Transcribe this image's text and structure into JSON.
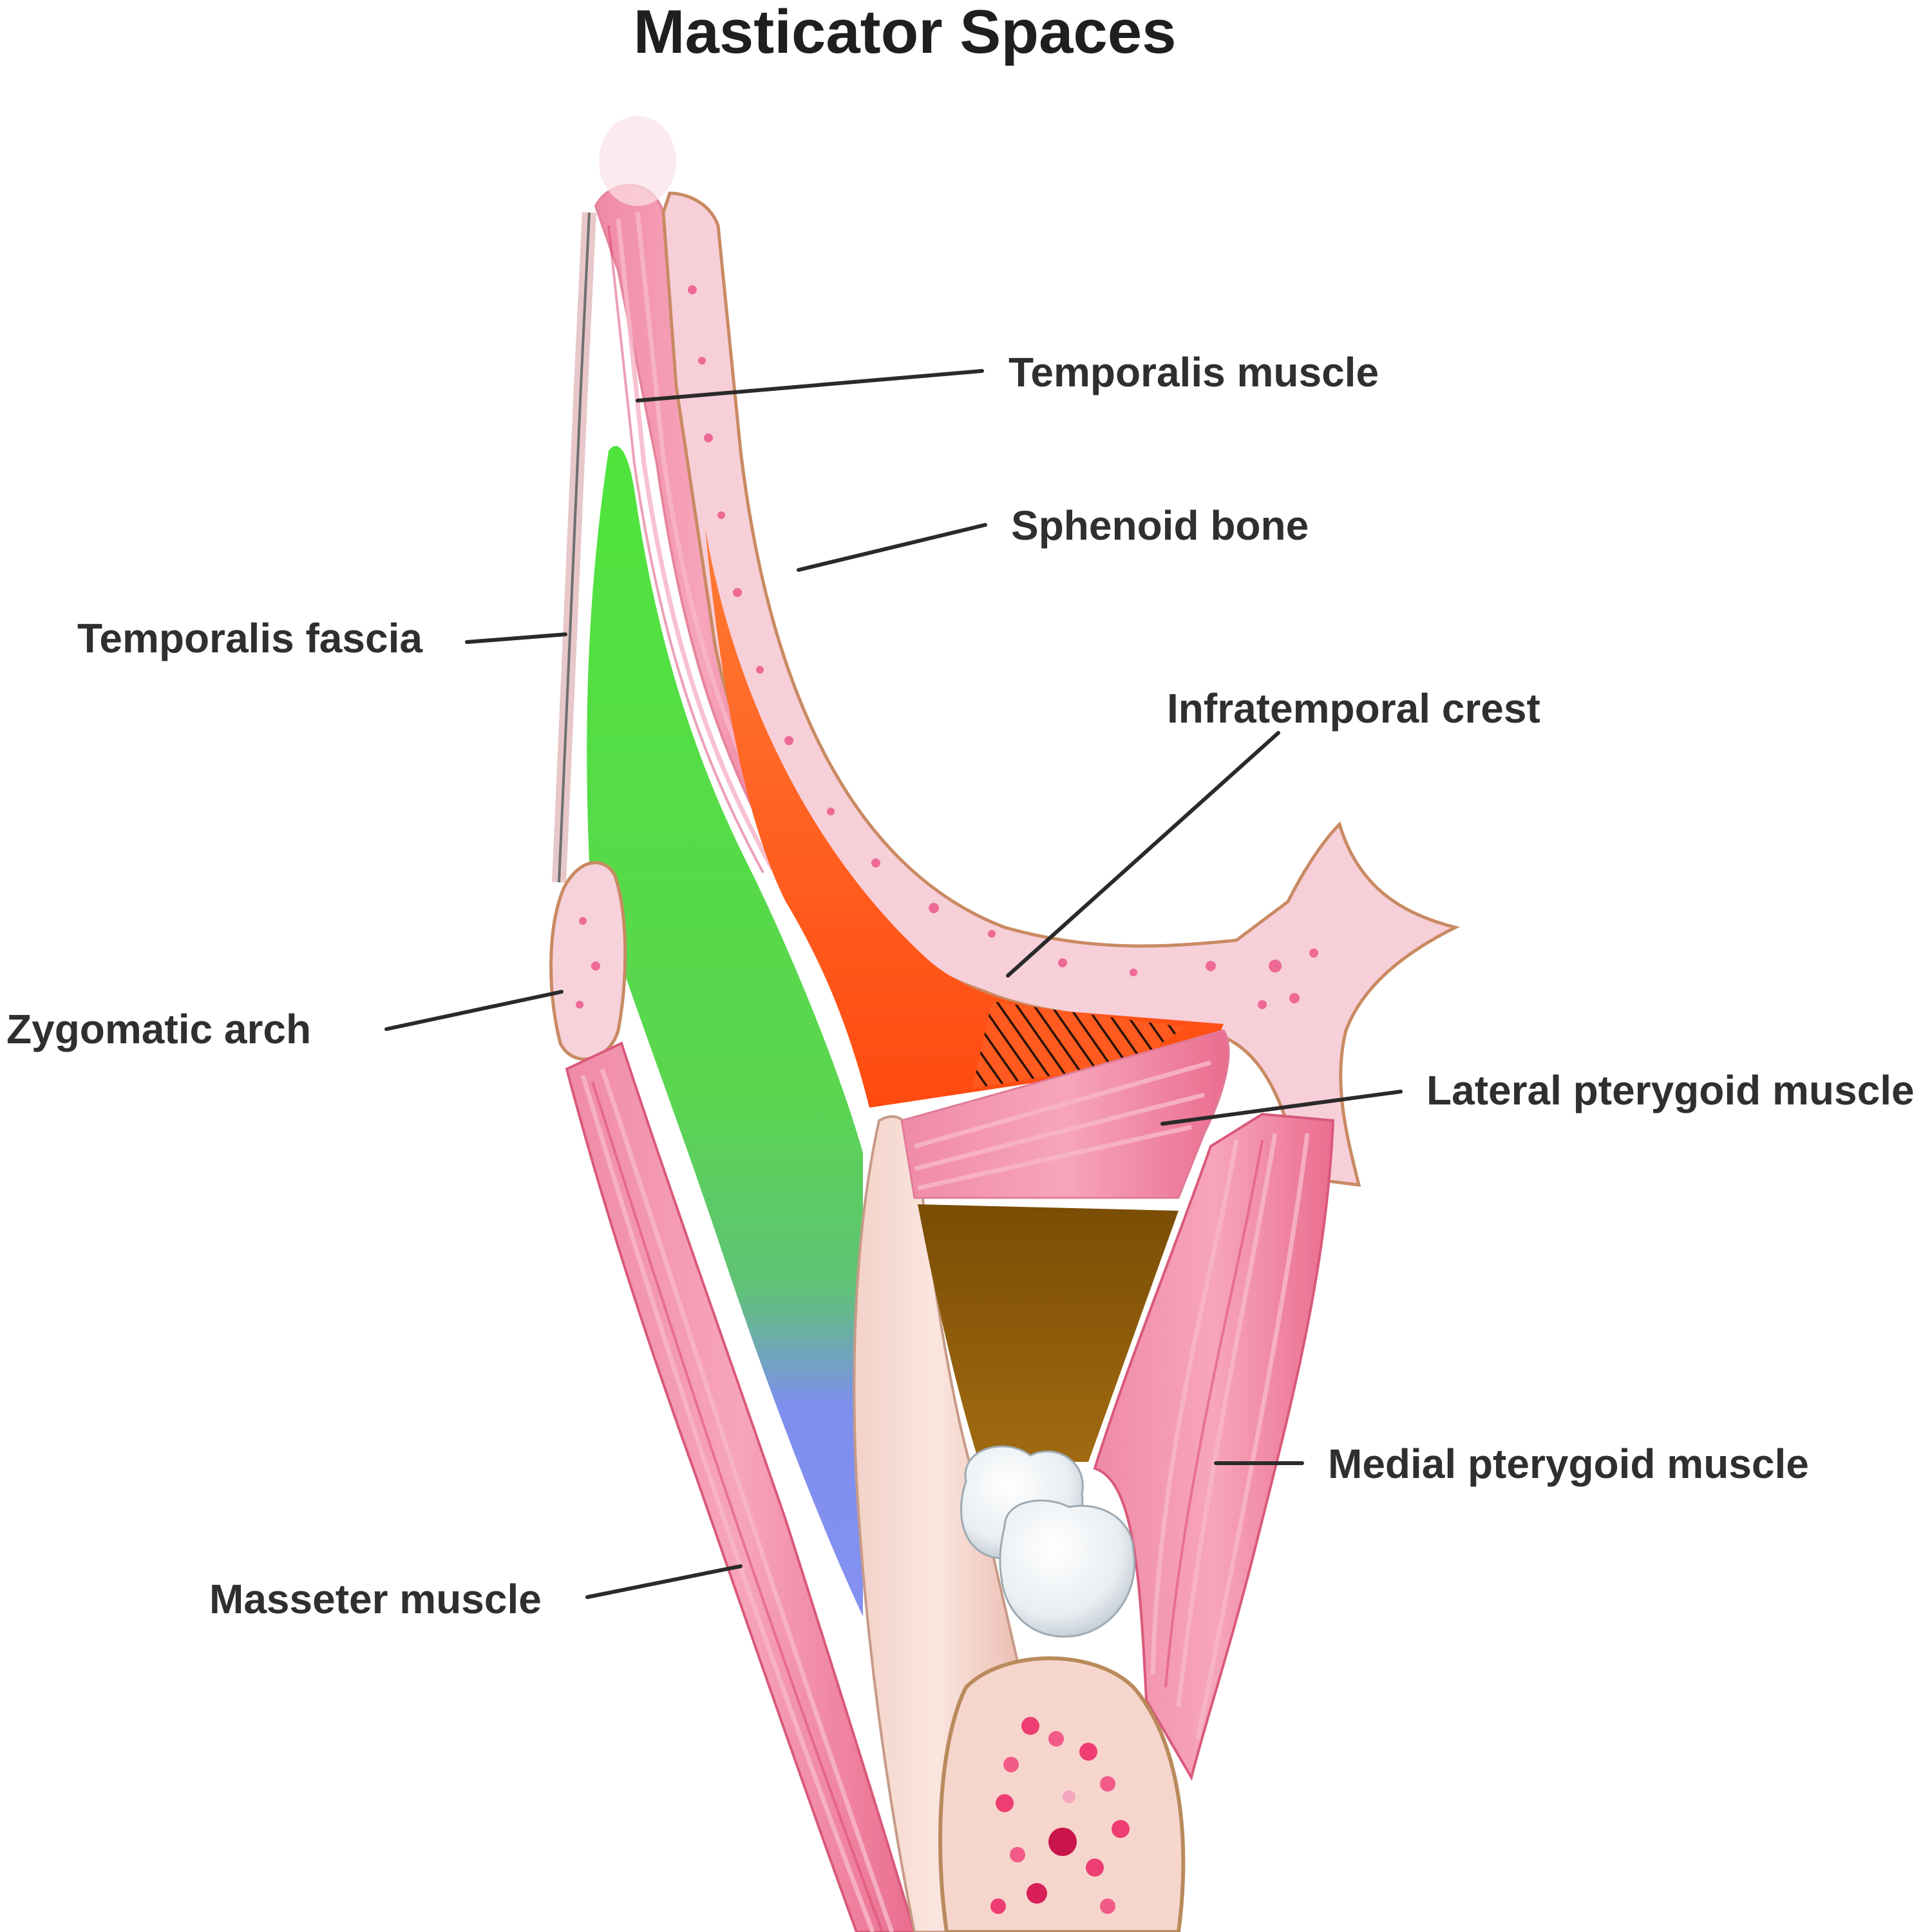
{
  "title": "Masticator Spaces",
  "labels": {
    "temporalis_muscle": "Temporalis muscle",
    "sphenoid_bone": "Sphenoid bone",
    "temporalis_fascia": "Temporalis fascia",
    "infratemporal_crest": "Infratemporal crest",
    "zygomatic_arch": "Zygomatic arch",
    "lateral_pterygoid_muscle": "Lateral pterygoid muscle",
    "medial_pterygoid_muscle": "Medial pterygoid muscle",
    "masseter_muscle": "Masseter muscle"
  },
  "colors": {
    "superficial_temporal_space": "#56e04a",
    "deep_temporal_space": "#ff5a1f",
    "masseteric_space": "#7f8ff0",
    "pterygoid_space": "#8a5a08",
    "muscle": "#ee7d9a",
    "bone": "#f6c9d3"
  }
}
